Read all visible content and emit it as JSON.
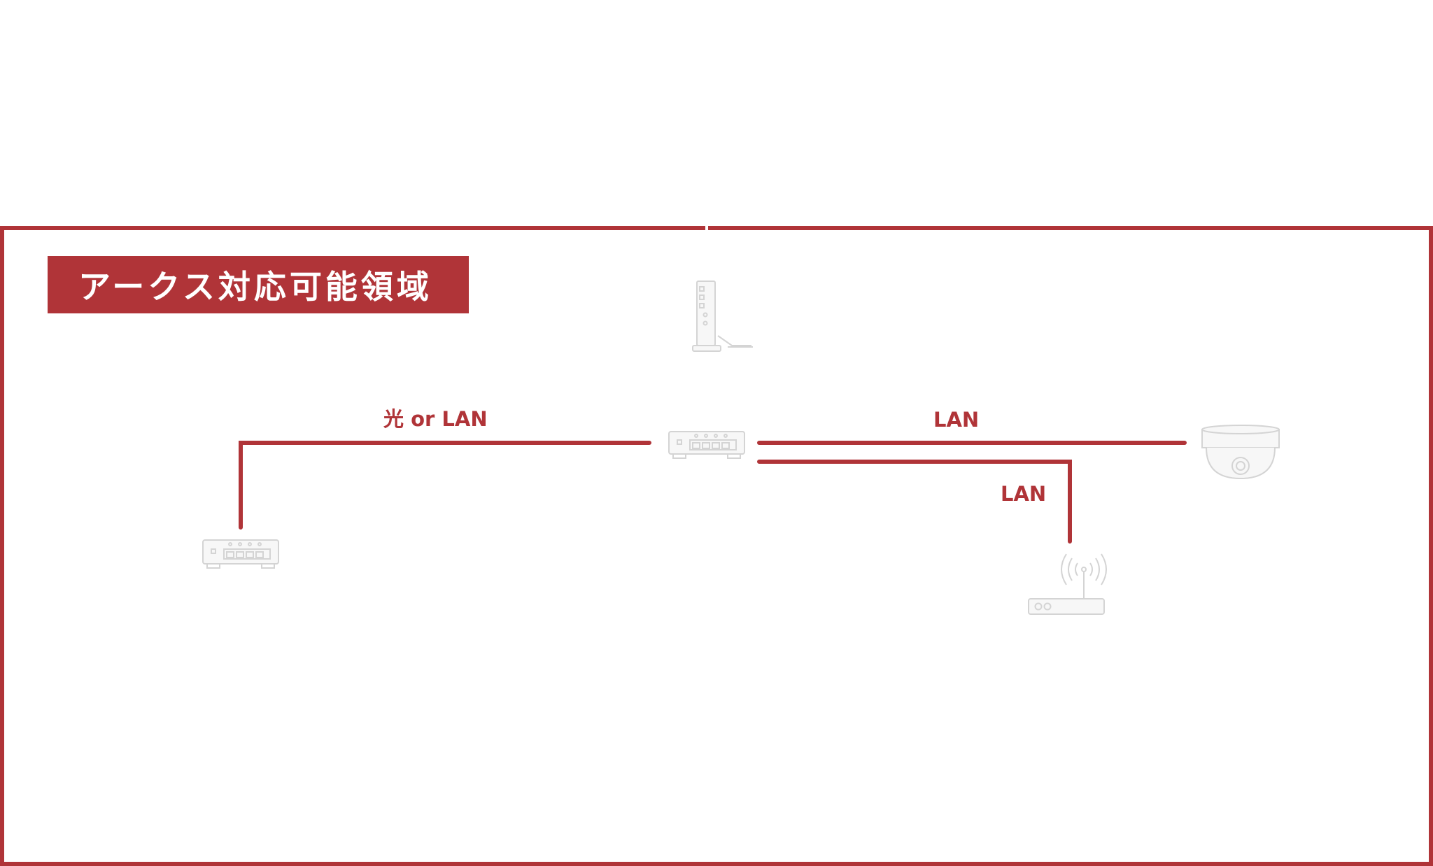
{
  "colors": {
    "accent": "#b03438",
    "device_stroke": "#d4d4d4",
    "device_fill": "#f7f7f7",
    "background": "#ffffff"
  },
  "region": {
    "title": "アークス対応可能領域"
  },
  "connections": {
    "uplink_label": "光 or LAN",
    "camera_label": "LAN",
    "ap_label": "LAN"
  },
  "devices": [
    {
      "icon": "onu-modem-icon"
    },
    {
      "icon": "network-switch-icon"
    },
    {
      "icon": "network-switch-icon"
    },
    {
      "icon": "dome-camera-icon"
    },
    {
      "icon": "wireless-access-point-icon"
    }
  ]
}
